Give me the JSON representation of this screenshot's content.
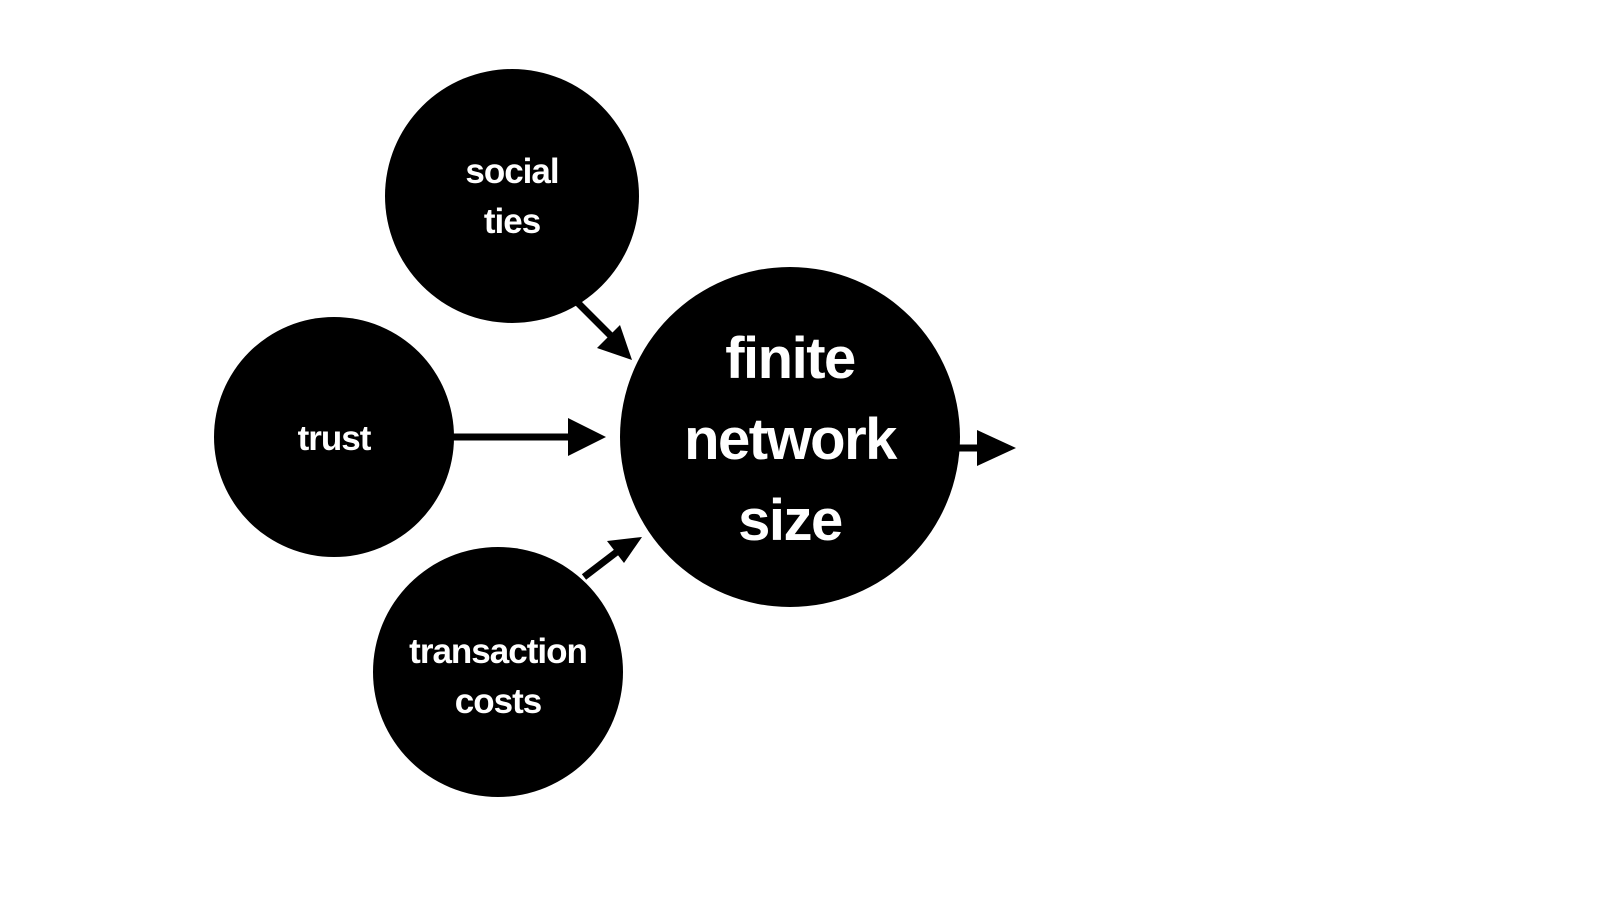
{
  "diagram": {
    "colors": {
      "background": "#ffffff",
      "node_fill": "#000000",
      "node_text": "#ffffff",
      "arrow": "#000000"
    },
    "nodes": {
      "social_ties": {
        "line1": "social",
        "line2": "ties"
      },
      "trust": {
        "line1": "trust"
      },
      "transaction_costs": {
        "line1": "transaction",
        "line2": "costs"
      },
      "finite_network_size": {
        "line1": "finite",
        "line2": "network",
        "line3": "size"
      }
    },
    "edges": [
      {
        "from": "social ties",
        "to": "finite network size"
      },
      {
        "from": "trust",
        "to": "finite network size"
      },
      {
        "from": "transaction costs",
        "to": "finite network size"
      },
      {
        "from": "finite network size",
        "to": ""
      }
    ]
  }
}
